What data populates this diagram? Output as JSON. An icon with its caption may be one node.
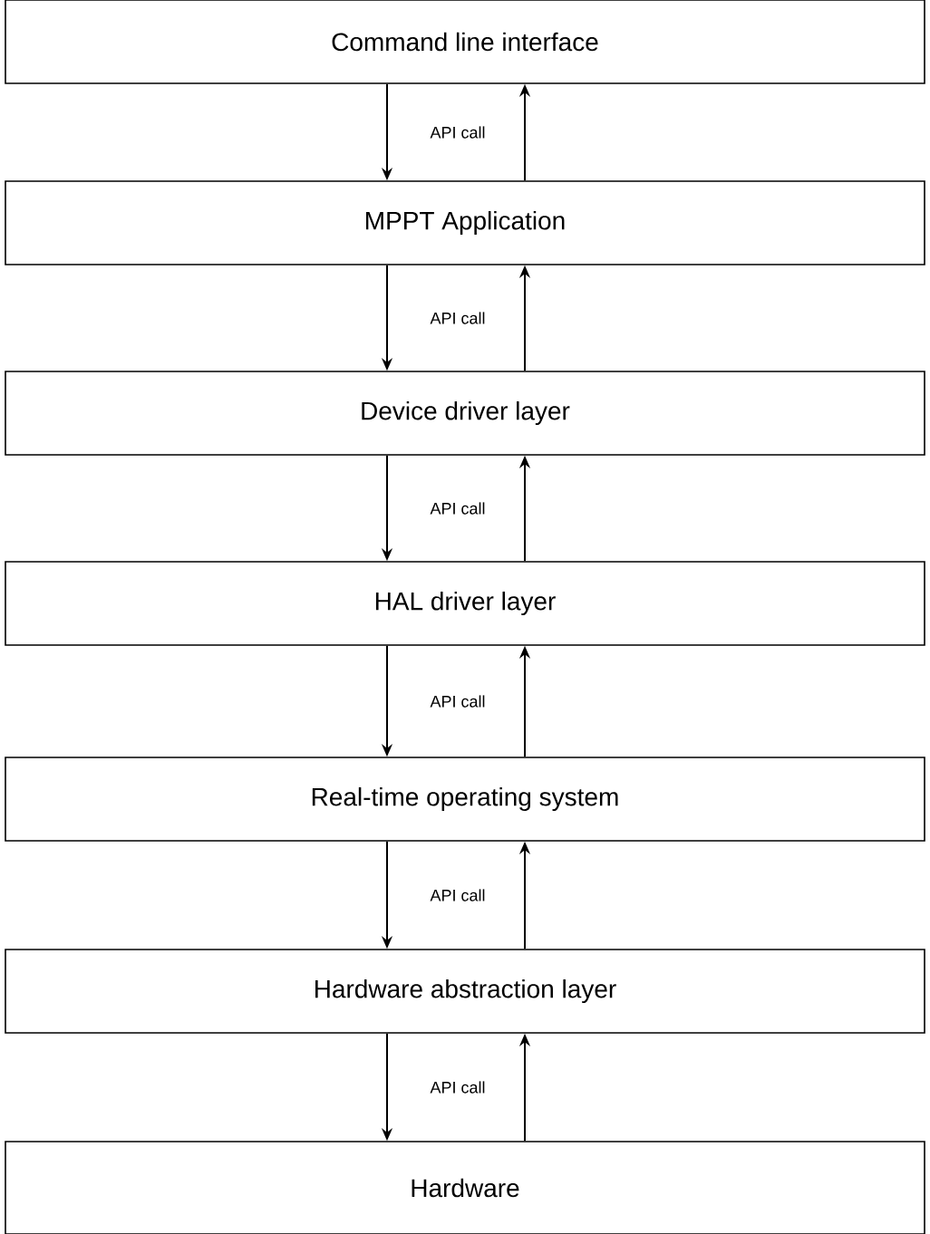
{
  "diagram": {
    "nodes": [
      {
        "text": [
          "Command line interface"
        ]
      },
      {
        "text": [
          "MPPT Application"
        ]
      },
      {
        "text": [
          "Device driver layer"
        ]
      },
      {
        "text": [
          "HAL driver layer"
        ]
      },
      {
        "text": [
          "Real-time operating system"
        ]
      },
      {
        "text": [
          "Hardware abstraction layer"
        ]
      },
      {
        "text": [
          "Hardware"
        ]
      }
    ],
    "edges": [
      {
        "from": 0,
        "to": 1,
        "arrow": "to",
        "label": "API call"
      },
      {
        "from": 1,
        "to": 0,
        "arrow": "to"
      },
      {
        "from": 1,
        "to": 2,
        "arrow": "to",
        "label": "API call"
      },
      {
        "from": 2,
        "to": 1,
        "arrow": "to"
      },
      {
        "from": 2,
        "to": 3,
        "arrow": "to",
        "label": "API call"
      },
      {
        "from": 3,
        "to": 2,
        "arrow": "to"
      },
      {
        "from": 3,
        "to": 4,
        "arrow": "to",
        "label": "API call"
      },
      {
        "from": 4,
        "to": 3,
        "arrow": "to"
      },
      {
        "from": 4,
        "to": 5,
        "arrow": "to",
        "label": "API call"
      },
      {
        "from": 5,
        "to": 4,
        "arrow": "to"
      },
      {
        "from": 5,
        "to": 6,
        "arrow": "to",
        "label": "API call"
      },
      {
        "from": 6,
        "to": 5,
        "arrow": "to"
      }
    ]
  }
}
